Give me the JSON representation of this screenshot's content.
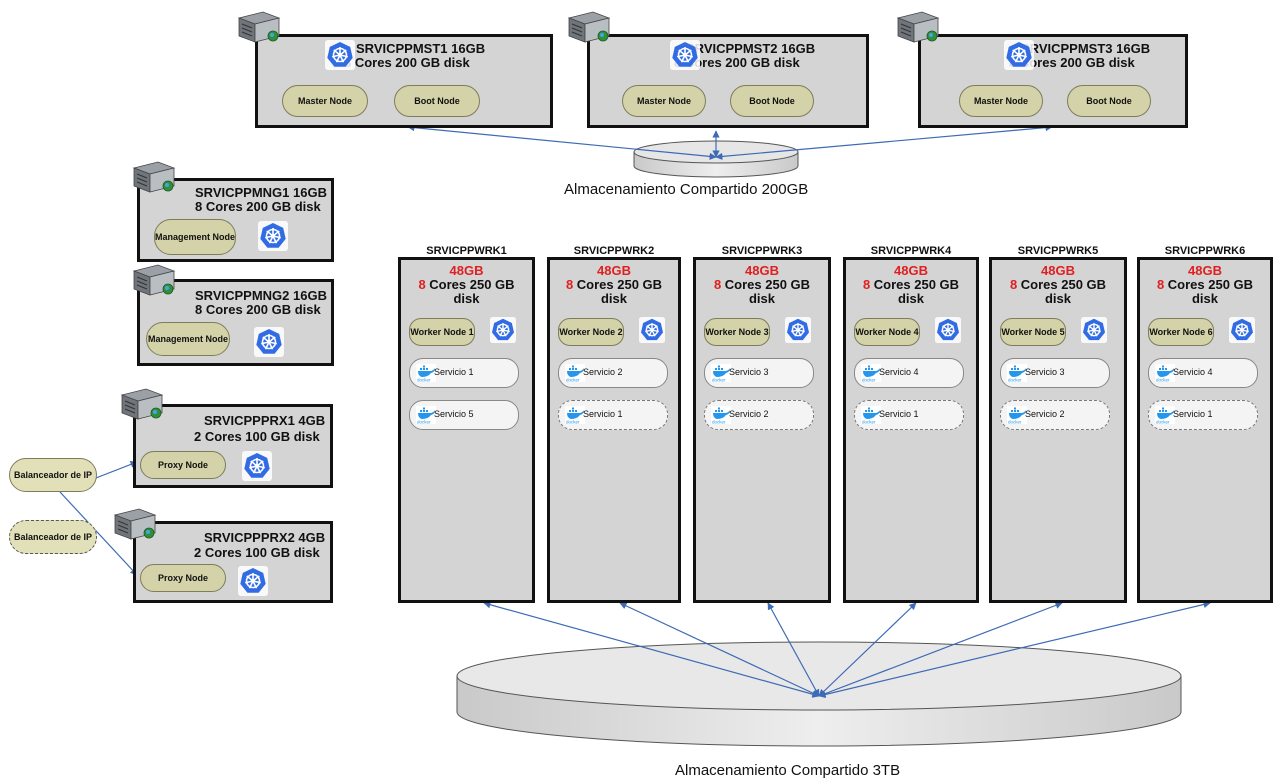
{
  "masters": [
    {
      "title_line1": "SRVICPPMST1 16GB",
      "title_line2": "8 Cores 200 GB disk",
      "node1": "Master Node",
      "node2": "Boot Node"
    },
    {
      "title_line1": "SRVICPPMST2 16GB",
      "title_line2": "8 Cores 200 GB disk",
      "node1": "Master Node",
      "node2": "Boot Node"
    },
    {
      "title_line1": "SRVICPPMST3 16GB",
      "title_line2": "8 Cores 200 GB disk",
      "node1": "Master Node",
      "node2": "Boot Node"
    }
  ],
  "storage_master": {
    "label": "Almacenamiento Compartido  200GB"
  },
  "management": [
    {
      "title_line1": "SRVICPPMNG1 16GB",
      "title_line2": "8 Cores 200 GB disk",
      "node": "Management Node"
    },
    {
      "title_line1": "SRVICPPMNG2 16GB",
      "title_line2": "8 Cores 200 GB disk",
      "node": "Management Node"
    }
  ],
  "proxies": [
    {
      "title_line1": "SRVICPPPRX1 4GB",
      "title_line2": "2 Cores 100 GB disk",
      "node": "Proxy Node"
    },
    {
      "title_line1": "SRVICPPPRX2 4GB",
      "title_line2": "2 Cores 100 GB disk",
      "node": "Proxy Node"
    }
  ],
  "balancers": [
    {
      "label": "Balanceador de IP"
    },
    {
      "label": "Balanceador de IP"
    }
  ],
  "workers": [
    {
      "name": "SRVICPPWRK1",
      "mem": "48GB",
      "cores": "8",
      "spec": " Cores 250 GB",
      "disk": "disk",
      "node": "Worker Node 1",
      "svc1": "Servicio 1",
      "svc2": "Servicio 5"
    },
    {
      "name": "SRVICPPWRK2",
      "mem": "48GB",
      "cores": "8",
      "spec": " Cores 250 GB",
      "disk": "disk",
      "node": "Worker Node 2",
      "svc1": "Servicio 2",
      "svc2": "Servicio 1"
    },
    {
      "name": "SRVICPPWRK3",
      "mem": "48GB",
      "cores": "8",
      "spec": " Cores 250 GB",
      "disk": "disk",
      "node": "Worker Node 3",
      "svc1": "Servicio 3",
      "svc2": "Servicio 2"
    },
    {
      "name": "SRVICPPWRK4",
      "mem": "48GB",
      "cores": "8",
      "spec": " Cores 250 GB",
      "disk": "disk",
      "node": "Worker Node 4",
      "svc1": "Servicio 4",
      "svc2": "Servicio 1"
    },
    {
      "name": "SRVICPPWRK5",
      "mem": "48GB",
      "cores": "8",
      "spec": " Cores 250 GB",
      "disk": "disk",
      "node": "Worker Node 5",
      "svc1": "Servicio 3",
      "svc2": "Servicio 2"
    },
    {
      "name": "SRVICPPWRK6",
      "mem": "48GB",
      "cores": "8",
      "spec": " Cores 250 GB",
      "disk": "disk",
      "node": "Worker Node 6",
      "svc1": "Servicio 4",
      "svc2": "Servicio 1"
    }
  ],
  "storage_worker": {
    "label": "Almacenamiento Compartido  3TB"
  },
  "docker_logo_text": "docker",
  "icons": {
    "server": "server-icon",
    "kubernetes": "kubernetes-icon",
    "docker": "docker-icon",
    "disk": "disk-icon"
  },
  "colors": {
    "box_fill": "#d4d4d4",
    "pill_fill": "#d3d2a8",
    "accent_red": "#e02020",
    "arrow": "#3e6bb5",
    "k8s": "#326ce5"
  }
}
